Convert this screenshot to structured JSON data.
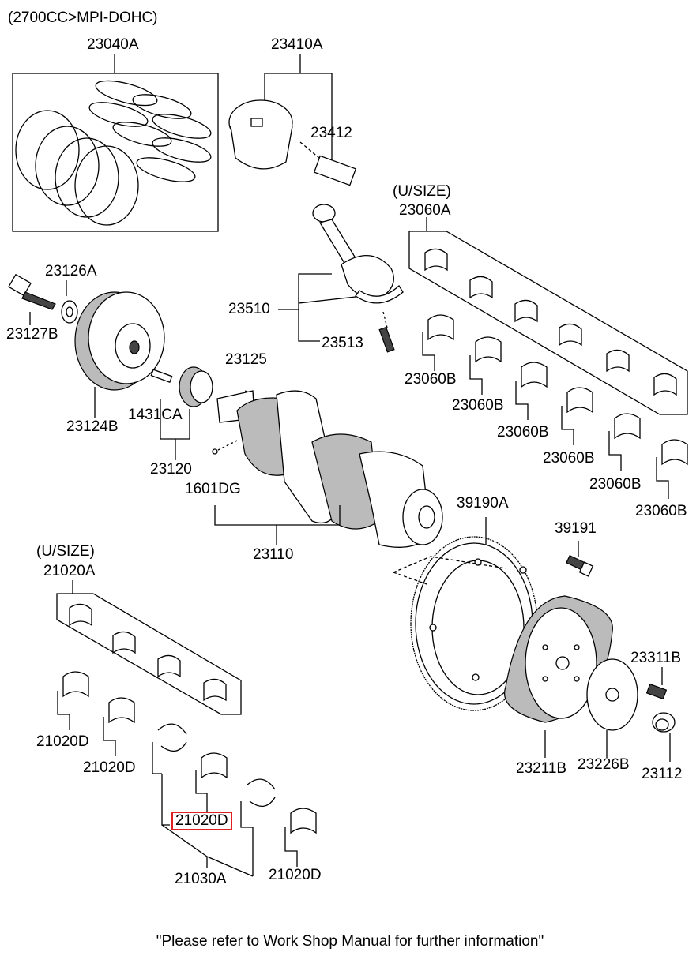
{
  "header": {
    "spec": "(2700CC>MPI-DOHC)"
  },
  "parts": [
    {
      "id": "p-23040a",
      "label": "23040A"
    },
    {
      "id": "p-23410a",
      "label": "23410A"
    },
    {
      "id": "p-23412",
      "label": "23412"
    },
    {
      "id": "p-usize-top",
      "label": "(U/SIZE)"
    },
    {
      "id": "p-23060a",
      "label": "23060A"
    },
    {
      "id": "p-23126a",
      "label": "23126A"
    },
    {
      "id": "p-23127b",
      "label": "23127B"
    },
    {
      "id": "p-23510",
      "label": "23510"
    },
    {
      "id": "p-23513",
      "label": "23513"
    },
    {
      "id": "p-23125",
      "label": "23125"
    },
    {
      "id": "p-23060b-1",
      "label": "23060B"
    },
    {
      "id": "p-23060b-2",
      "label": "23060B"
    },
    {
      "id": "p-23060b-3",
      "label": "23060B"
    },
    {
      "id": "p-23060b-4",
      "label": "23060B"
    },
    {
      "id": "p-23060b-5",
      "label": "23060B"
    },
    {
      "id": "p-23060b-6",
      "label": "23060B"
    },
    {
      "id": "p-23124b",
      "label": "23124B"
    },
    {
      "id": "p-1431ca",
      "label": "1431CA"
    },
    {
      "id": "p-23120",
      "label": "23120"
    },
    {
      "id": "p-1601dg",
      "label": "1601DG"
    },
    {
      "id": "p-23110",
      "label": "23110"
    },
    {
      "id": "p-39190a",
      "label": "39190A"
    },
    {
      "id": "p-39191",
      "label": "39191"
    },
    {
      "id": "p-usize-bottom",
      "label": "(U/SIZE)"
    },
    {
      "id": "p-21020a",
      "label": "21020A"
    },
    {
      "id": "p-23311b",
      "label": "23311B"
    },
    {
      "id": "p-21020d-1",
      "label": "21020D"
    },
    {
      "id": "p-21020d-2",
      "label": "21020D"
    },
    {
      "id": "p-21020d-hl",
      "label": "21020D"
    },
    {
      "id": "p-21030a",
      "label": "21030A"
    },
    {
      "id": "p-21020d-4",
      "label": "21020D"
    },
    {
      "id": "p-23211b",
      "label": "23211B"
    },
    {
      "id": "p-23226b",
      "label": "23226B"
    },
    {
      "id": "p-23112",
      "label": "23112"
    }
  ],
  "highlight": {
    "label": "21020D",
    "color": "#e02020"
  },
  "footer": {
    "note": "\"Please refer to Work Shop Manual for further information\""
  }
}
